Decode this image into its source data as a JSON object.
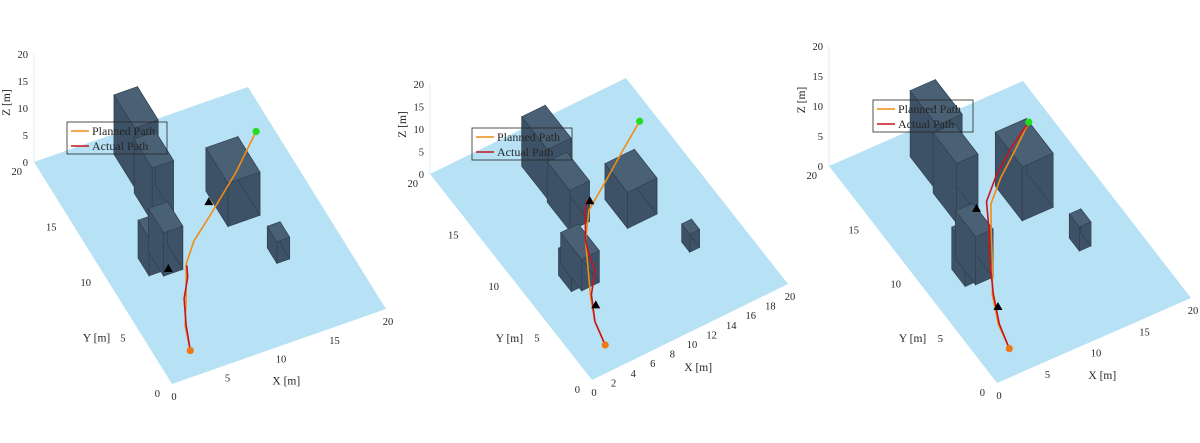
{
  "figure": {
    "colors": {
      "floor": "#b7e1f5",
      "building": "#3d5266",
      "building_edge": "#2c3c4c",
      "planned": "#f08c14",
      "actual": "#c8141e",
      "start": "#f07814",
      "goal": "#22dd22",
      "obstacle_marker": "#000000",
      "axis_text": "#262626"
    },
    "legend": {
      "planned": "Planned Path",
      "actual": "Actual Path"
    }
  },
  "chart_data": [
    {
      "type": "3d-line",
      "panel": "left",
      "xlabel": "X [m]",
      "ylabel": "Y [m]",
      "zlabel": "Z [m]",
      "xticks": [
        0,
        5,
        10,
        15,
        20
      ],
      "yticks": [
        0,
        5,
        10,
        15,
        20
      ],
      "zticks": [
        0,
        5,
        10,
        15,
        20
      ],
      "xlim": [
        0,
        20
      ],
      "ylim": [
        0,
        20
      ],
      "zlim": [
        0,
        20
      ],
      "legend": {
        "position": "top-left",
        "entries": [
          "Planned Path",
          "Actual Path"
        ]
      },
      "series": [
        {
          "name": "Planned Path",
          "x": [
            3,
            3.8,
            5.2,
            6.8,
            8.5,
            11,
            15,
            18.5
          ],
          "y": [
            2,
            4,
            6,
            8.5,
            10,
            11.5,
            14,
            16.5
          ]
        },
        {
          "name": "Actual Path",
          "x": [
            3,
            3.9,
            5.0,
            6.3,
            6.8
          ],
          "y": [
            2,
            4,
            6,
            7.5,
            8.4
          ]
        }
      ],
      "markers": {
        "start": [
          3,
          2
        ],
        "goal": [
          18.5,
          16.5
        ],
        "obstacles": [
          [
            5.2,
            8.6
          ],
          [
            11.5,
            12.5
          ]
        ]
      }
    },
    {
      "type": "3d-line",
      "panel": "middle",
      "xlabel": "X [m]",
      "ylabel": "Y [m]",
      "zlabel": "Z [m]",
      "xticks": [
        0,
        2,
        4,
        6,
        8,
        10,
        12,
        14,
        16,
        18,
        20
      ],
      "yticks": [
        0,
        5,
        10,
        15,
        20
      ],
      "zticks": [
        0,
        5,
        10,
        15,
        20
      ],
      "xlim": [
        0,
        20
      ],
      "ylim": [
        0,
        20
      ],
      "zlim": [
        0,
        20
      ],
      "legend": {
        "position": "top-left",
        "entries": [
          "Planned Path",
          "Actual Path"
        ]
      },
      "series": [
        {
          "name": "Planned Path",
          "x": [
            3,
            3.6,
            4.8,
            6.2,
            7.6,
            9.6,
            12.6,
            15.5,
            18.5
          ],
          "y": [
            2,
            4,
            6,
            8,
            10,
            12,
            13.5,
            15,
            16.5
          ]
        },
        {
          "name": "Actual Path",
          "x": [
            3,
            3.6,
            4.9,
            6.6,
            7.0,
            7.6,
            9.4,
            10.1
          ],
          "y": [
            2,
            4,
            6,
            7.6,
            8.8,
            10,
            12.2,
            12.8
          ]
        }
      ],
      "markers": {
        "start": [
          3,
          2
        ],
        "goal": [
          18.5,
          16.5
        ],
        "obstacles": [
          [
            4.6,
            5.1
          ],
          [
            10.2,
            12.6
          ]
        ]
      }
    },
    {
      "type": "3d-line",
      "panel": "right",
      "xlabel": "X [m]",
      "ylabel": "Y [m]",
      "zlabel": "Z [m]",
      "xticks": [
        0,
        5,
        10,
        15,
        20
      ],
      "yticks": [
        0,
        5,
        10,
        15,
        20
      ],
      "zticks": [
        0,
        5,
        10,
        15,
        20
      ],
      "xlim": [
        0,
        20
      ],
      "ylim": [
        0,
        20
      ],
      "zlim": [
        0,
        20
      ],
      "legend": {
        "position": "top-left",
        "entries": [
          "Planned Path",
          "Actual Path"
        ]
      },
      "series": [
        {
          "name": "Planned Path",
          "x": [
            3,
            3.6,
            4.9,
            6.8,
            8.5,
            10.2,
            12.5,
            15.5,
            18
          ],
          "y": [
            2,
            4,
            6.2,
            8.4,
            10.5,
            12.5,
            14,
            15.6,
            17
          ]
        },
        {
          "name": "Actual Path",
          "x": [
            3,
            3.7,
            5.0,
            6.7,
            8.6,
            10.0,
            12.3,
            15.2,
            18
          ],
          "y": [
            2,
            4,
            6.2,
            8.6,
            10.9,
            12.8,
            14.3,
            15.8,
            17
          ]
        }
      ],
      "markers": {
        "start": [
          3,
          2
        ],
        "goal": [
          18,
          17
        ],
        "obstacles": [
          [
            4.6,
            5.2
          ],
          [
            8.8,
            12.6
          ]
        ]
      }
    }
  ]
}
